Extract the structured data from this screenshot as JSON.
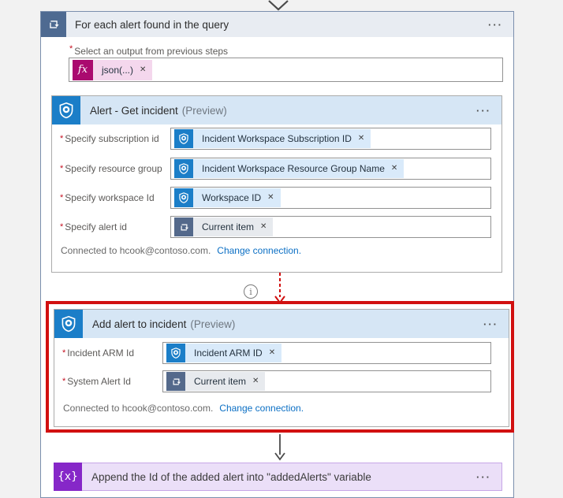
{
  "glyphs": {
    "menu": "···",
    "close": "✕",
    "required": "*",
    "info": "i",
    "fx": "fx",
    "variable": "{x}"
  },
  "colors": {
    "sentinel_blue": "#1b7ec8",
    "foreach_slate": "#4e6a91",
    "selection_red": "#d11010",
    "expression_magenta": "#aa0a6f",
    "variable_purple": "#8627c8"
  },
  "foreach": {
    "title": "For each alert found in the query",
    "output_field": {
      "label": "Select an output from previous steps",
      "token": "json(...)"
    }
  },
  "get_incident": {
    "title": "Alert - Get incident",
    "preview": "(Preview)",
    "fields": [
      {
        "label": "Specify subscription id",
        "token": "Incident Workspace Subscription ID"
      },
      {
        "label": "Specify resource group",
        "token": "Incident Workspace Resource Group Name"
      },
      {
        "label": "Specify workspace Id",
        "token": "Workspace ID"
      },
      {
        "label": "Specify alert id",
        "token": "Current item"
      }
    ],
    "connection": {
      "text": "Connected to hcook@contoso.com.",
      "link": "Change connection."
    }
  },
  "add_alert": {
    "title": "Add alert to incident",
    "preview": "(Preview)",
    "fields": [
      {
        "label": "Incident ARM Id",
        "token": "Incident ARM ID"
      },
      {
        "label": "System Alert Id",
        "token": "Current item"
      }
    ],
    "connection": {
      "text": "Connected to hcook@contoso.com.",
      "link": "Change connection."
    }
  },
  "append_action": {
    "title": "Append the Id of the added alert into \"addedAlerts\" variable"
  }
}
